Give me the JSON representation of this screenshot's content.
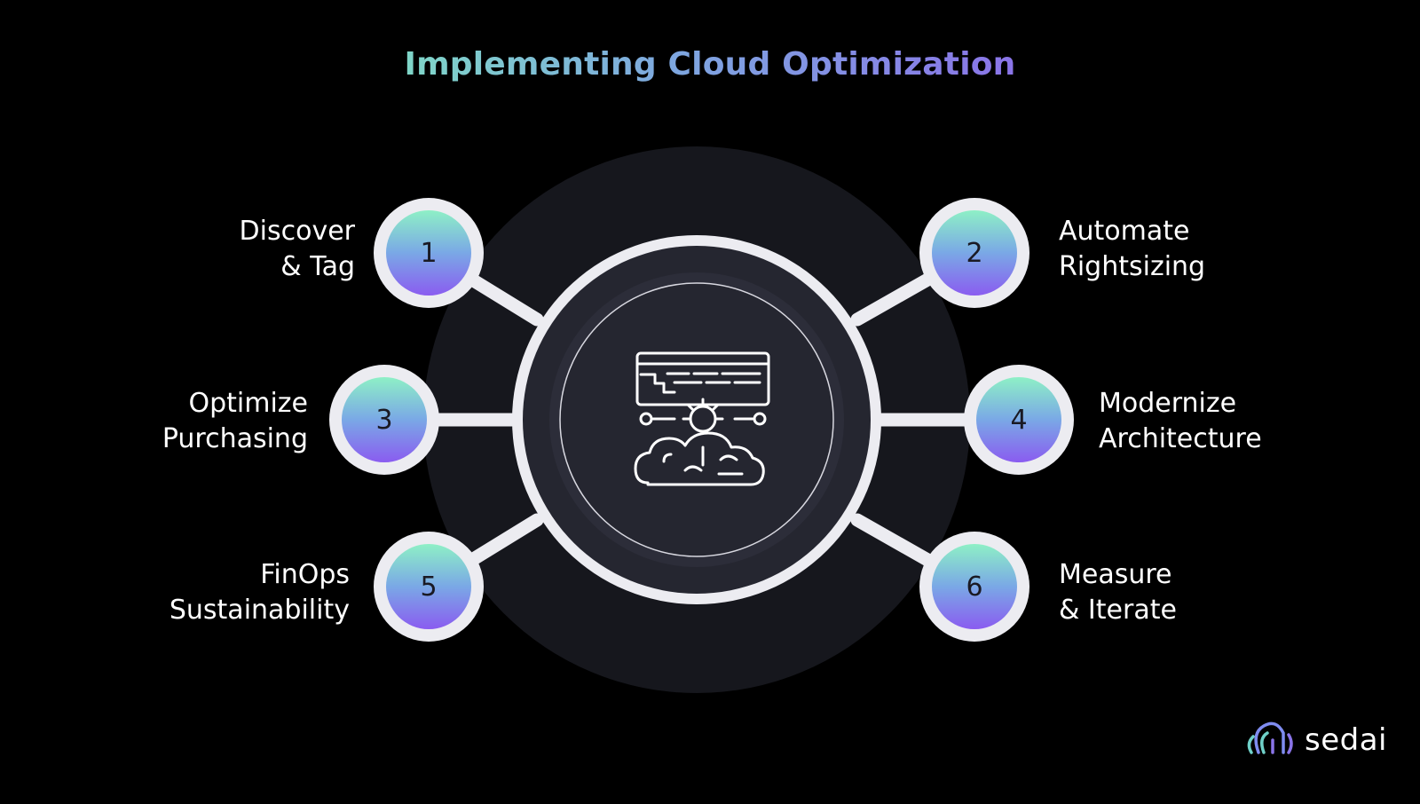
{
  "title": "Implementing Cloud Optimization",
  "center": {
    "icon": "cloud-gear-dashboard-icon"
  },
  "steps": [
    {
      "number": "1",
      "line1": "Discover",
      "line2": "& Tag"
    },
    {
      "number": "2",
      "line1": "Automate",
      "line2": "Rightsizing"
    },
    {
      "number": "3",
      "line1": "Optimize",
      "line2": "Purchasing"
    },
    {
      "number": "4",
      "line1": "Modernize",
      "line2": "Architecture"
    },
    {
      "number": "5",
      "line1": "FinOps",
      "line2": "Sustainability"
    },
    {
      "number": "6",
      "line1": "Measure",
      "line2": "& Iterate"
    }
  ],
  "brand": {
    "name": "sedai",
    "icon": "sedai-logo-icon"
  },
  "colors": {
    "background": "#000000",
    "ring": "#ececf1",
    "center_fill": "#252630",
    "halo": "#16171d",
    "gradient_top": "#8ef0c6",
    "gradient_bottom": "#8a5cf0",
    "title_start": "#7fd6c8",
    "title_end": "#8a74e8"
  }
}
